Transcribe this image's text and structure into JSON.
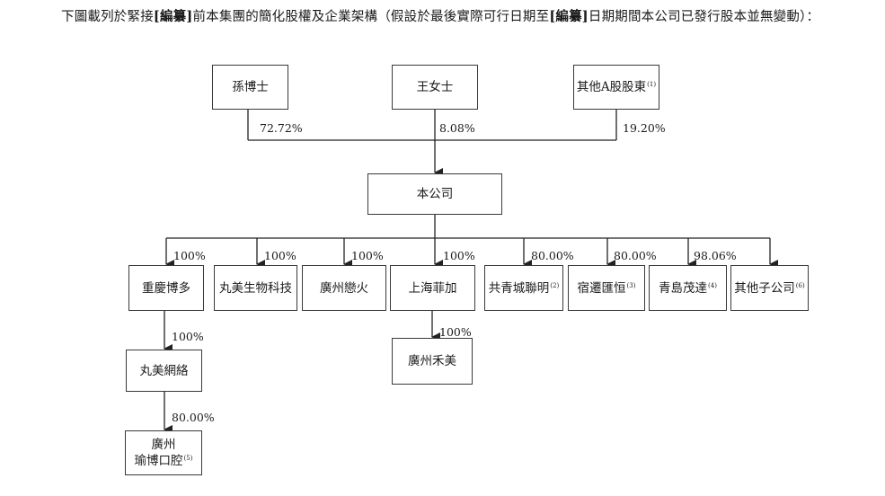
{
  "intro": {
    "before": "下圖載列於緊接",
    "bracket1": "[編纂]",
    "middle": "前本集團的簡化股權及企業架構（假設於最後實際可行日期至",
    "bracket2": "[編纂]",
    "after": "日期期間本公司已發行股本並無變動）："
  },
  "shareholders": [
    {
      "name": "孫博士",
      "note": "",
      "pct": "72.72%"
    },
    {
      "name": "王女士",
      "note": "",
      "pct": "8.08%"
    },
    {
      "name": "其他A股股東",
      "note": "(1)",
      "pct": "19.20%"
    }
  ],
  "company": {
    "name": "本公司"
  },
  "subsidiaries": [
    {
      "name": "重慶博多",
      "note": "",
      "pct": "100%"
    },
    {
      "name": "丸美生物科技",
      "note": "",
      "pct": "100%"
    },
    {
      "name": "廣州戀火",
      "note": "",
      "pct": "100%"
    },
    {
      "name": "上海菲加",
      "note": "",
      "pct": "100%"
    },
    {
      "name": "共青城聯明",
      "note": "(2)",
      "pct": "80.00%"
    },
    {
      "name": "宿遷匯恒",
      "note": "(3)",
      "pct": "80.00%"
    },
    {
      "name": "青島茂達",
      "note": "(4)",
      "pct": "98.06%"
    },
    {
      "name": "其他子公司",
      "note": "(6)",
      "pct": ""
    }
  ],
  "second_level": [
    {
      "name": "丸美網絡",
      "note": "",
      "pct": "100%",
      "parent": "重慶博多"
    },
    {
      "name": "廣州禾美",
      "note": "",
      "pct": "100%",
      "parent": "上海菲加"
    }
  ],
  "third_level": [
    {
      "name": "廣州\n瑜博口腔",
      "note": "(5)",
      "pct": "80.00%",
      "parent": "丸美網絡"
    }
  ]
}
